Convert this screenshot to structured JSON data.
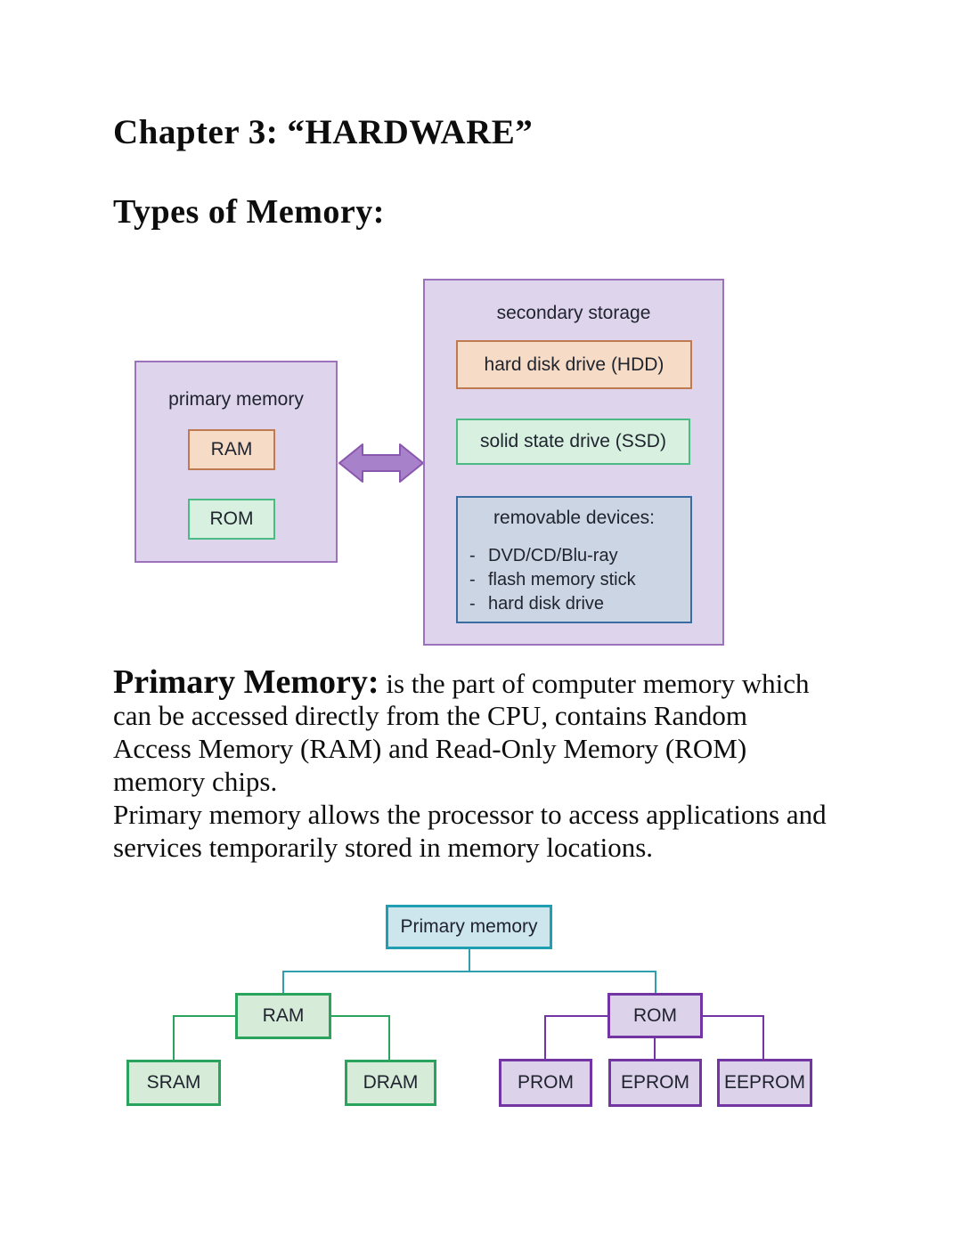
{
  "headings": {
    "chapter": "Chapter 3: “HARDWARE”",
    "section": "Types of Memory:"
  },
  "storage_diagram": {
    "primary_label": "primary memory",
    "ram_label": "RAM",
    "rom_label": "ROM",
    "secondary_label": "secondary storage",
    "hdd_label": "hard disk drive (HDD)",
    "ssd_label": "solid state drive (SSD)",
    "removable": {
      "title": "removable devices:",
      "bullet": "-",
      "items": [
        "DVD/CD/Blu-ray",
        "flash memory stick",
        "hard disk drive"
      ]
    }
  },
  "paragraph": {
    "lead": "Primary Memory:",
    "lead_rest": " is the part of computer memory which",
    "lines": [
      "can be accessed directly from the CPU, contains Random",
      "Access Memory (RAM) and Read-Only Memory (ROM)",
      "memory chips.",
      "Primary memory allows the processor to access applications and",
      "services temporarily stored in memory locations."
    ]
  },
  "tree_diagram": {
    "root_label": "Primary memory",
    "ram_label": "RAM",
    "rom_label": "ROM",
    "ram_children": [
      "SRAM",
      "DRAM"
    ],
    "rom_children": [
      "PROM",
      "EPROM",
      "EEPROM"
    ]
  },
  "colors": {
    "lavender_fill": "#ded4ec",
    "lavender_border": "#9c72ba",
    "peach_fill": "#f6dcc6",
    "peach_border": "#bf7a52",
    "mint_fill": "#d7f0df",
    "mint_border": "#4cba84",
    "bluegray_fill": "#ccd5e3",
    "bluegray_border": "#3a6ba1",
    "arrow_fill": "#a781c9",
    "arrow_outline": "#8a57ae",
    "tree_teal_fill": "#cde6ee",
    "tree_teal_border": "#219fb2",
    "tree_green_fill": "#d6ecd9",
    "tree_green_border": "#2aa45d",
    "tree_purple_fill": "#dcd2ea",
    "tree_purple_border": "#7334a4"
  }
}
